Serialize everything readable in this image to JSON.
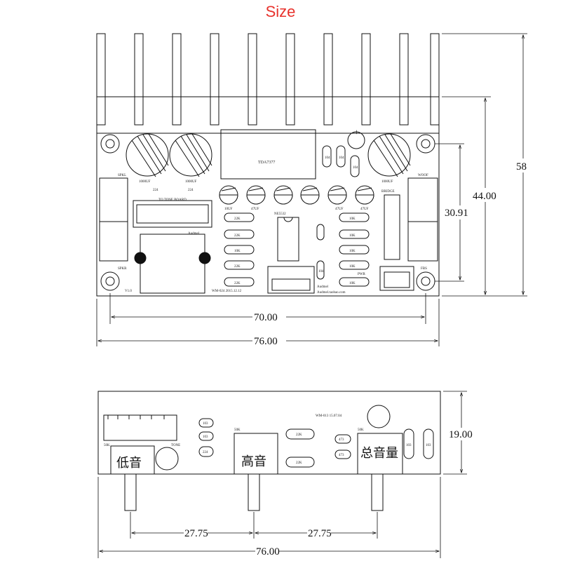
{
  "title": "Size",
  "top_view": {
    "dims": {
      "height_total": "58",
      "height_inner": "44.00",
      "hole_spacing_v": "30.91",
      "hole_spacing_h": "70.00",
      "width_total": "76.00"
    },
    "labels": {
      "chip_main": "TDA7377",
      "ic_small": "NE5532",
      "to_tone": "TO TONE BOARD",
      "spkl": "SPKL",
      "spkr": "SPKR",
      "woof": "WOOF",
      "pwr": "PWR",
      "bridge": "BRIDGE",
      "fbs": "FBS",
      "version": "V1.0",
      "part_no": "WM-024 2015.12.12",
      "brand": "Audmel",
      "brand_url": "Audmel.taobao.com",
      "cap_big": "1000UF",
      "cap_text": "224",
      "cap_small_a": "10UF",
      "cap_small_b": "47UF",
      "cap_vertical": "104",
      "resistors_left": [
        "22K",
        "22K",
        "10K",
        "22K",
        "22K"
      ],
      "resistors_right": [
        "10K",
        "10K",
        "10K",
        "10K",
        "10K"
      ],
      "caps_top": [
        "104",
        "104"
      ],
      "cap_side": "104"
    }
  },
  "bottom_view": {
    "dims": {
      "height": "19.00",
      "spacing_left": "27.75",
      "spacing_right": "27.75",
      "width_total": "76.00"
    },
    "labels": {
      "bass": "低音",
      "treble": "高音",
      "volume": "总音量",
      "pot": "50K",
      "tone": "TONE",
      "part_no": "WM-013 15.07.04",
      "caps": [
        "103",
        "103",
        "224"
      ],
      "res_a": "22K",
      "res_b": "22K",
      "caps_b": [
        "473",
        "473"
      ],
      "caps_c": [
        "103",
        "103"
      ]
    }
  }
}
